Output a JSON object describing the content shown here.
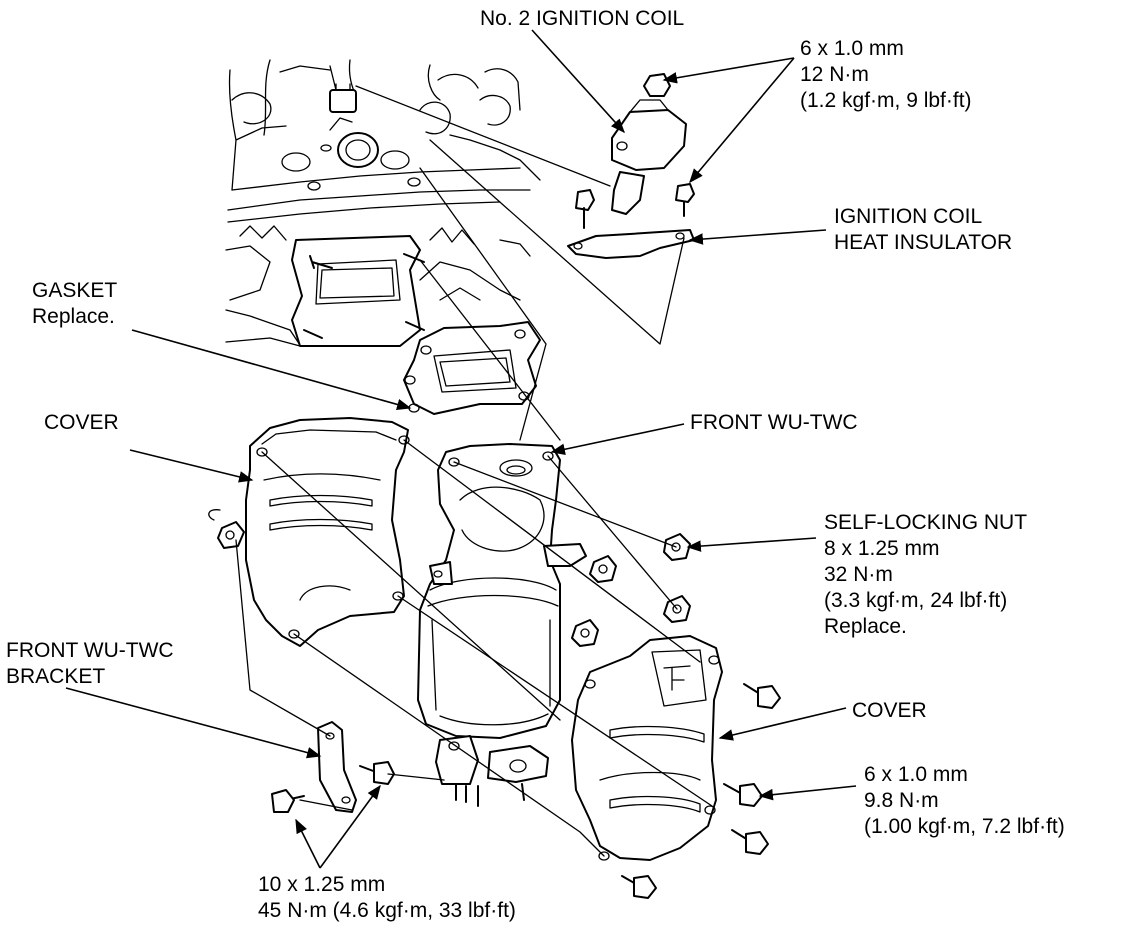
{
  "callouts": {
    "ignition_coil": {
      "lines": [
        "No. 2 IGNITION COIL"
      ]
    },
    "coil_bolt": {
      "lines": [
        "6 x 1.0 mm",
        "12 N·m",
        "(1.2 kgf·m, 9 lbf·ft)"
      ]
    },
    "heat_insulator": {
      "lines": [
        "IGNITION COIL",
        "HEAT INSULATOR"
      ]
    },
    "gasket": {
      "lines": [
        "GASKET",
        "Replace."
      ]
    },
    "cover_left": {
      "lines": [
        "COVER"
      ]
    },
    "front_wu_twc": {
      "lines": [
        "FRONT WU-TWC"
      ]
    },
    "self_locking_nut": {
      "lines": [
        "SELF-LOCKING NUT",
        "8 x 1.25 mm",
        "32 N·m",
        "(3.3 kgf·m, 24 lbf·ft)",
        "Replace."
      ]
    },
    "bracket": {
      "lines": [
        "FRONT WU-TWC",
        "BRACKET"
      ]
    },
    "cover_right": {
      "lines": [
        "COVER"
      ]
    },
    "cover_bolt": {
      "lines": [
        "6 x 1.0 mm",
        "9.8 N·m",
        "(1.00 kgf·m, 7.2 lbf·ft)"
      ]
    },
    "bracket_bolt": {
      "lines": [
        "10 x 1.25 mm",
        "45 N·m (4.6 kgf·m, 33 lbf·ft)"
      ]
    }
  }
}
